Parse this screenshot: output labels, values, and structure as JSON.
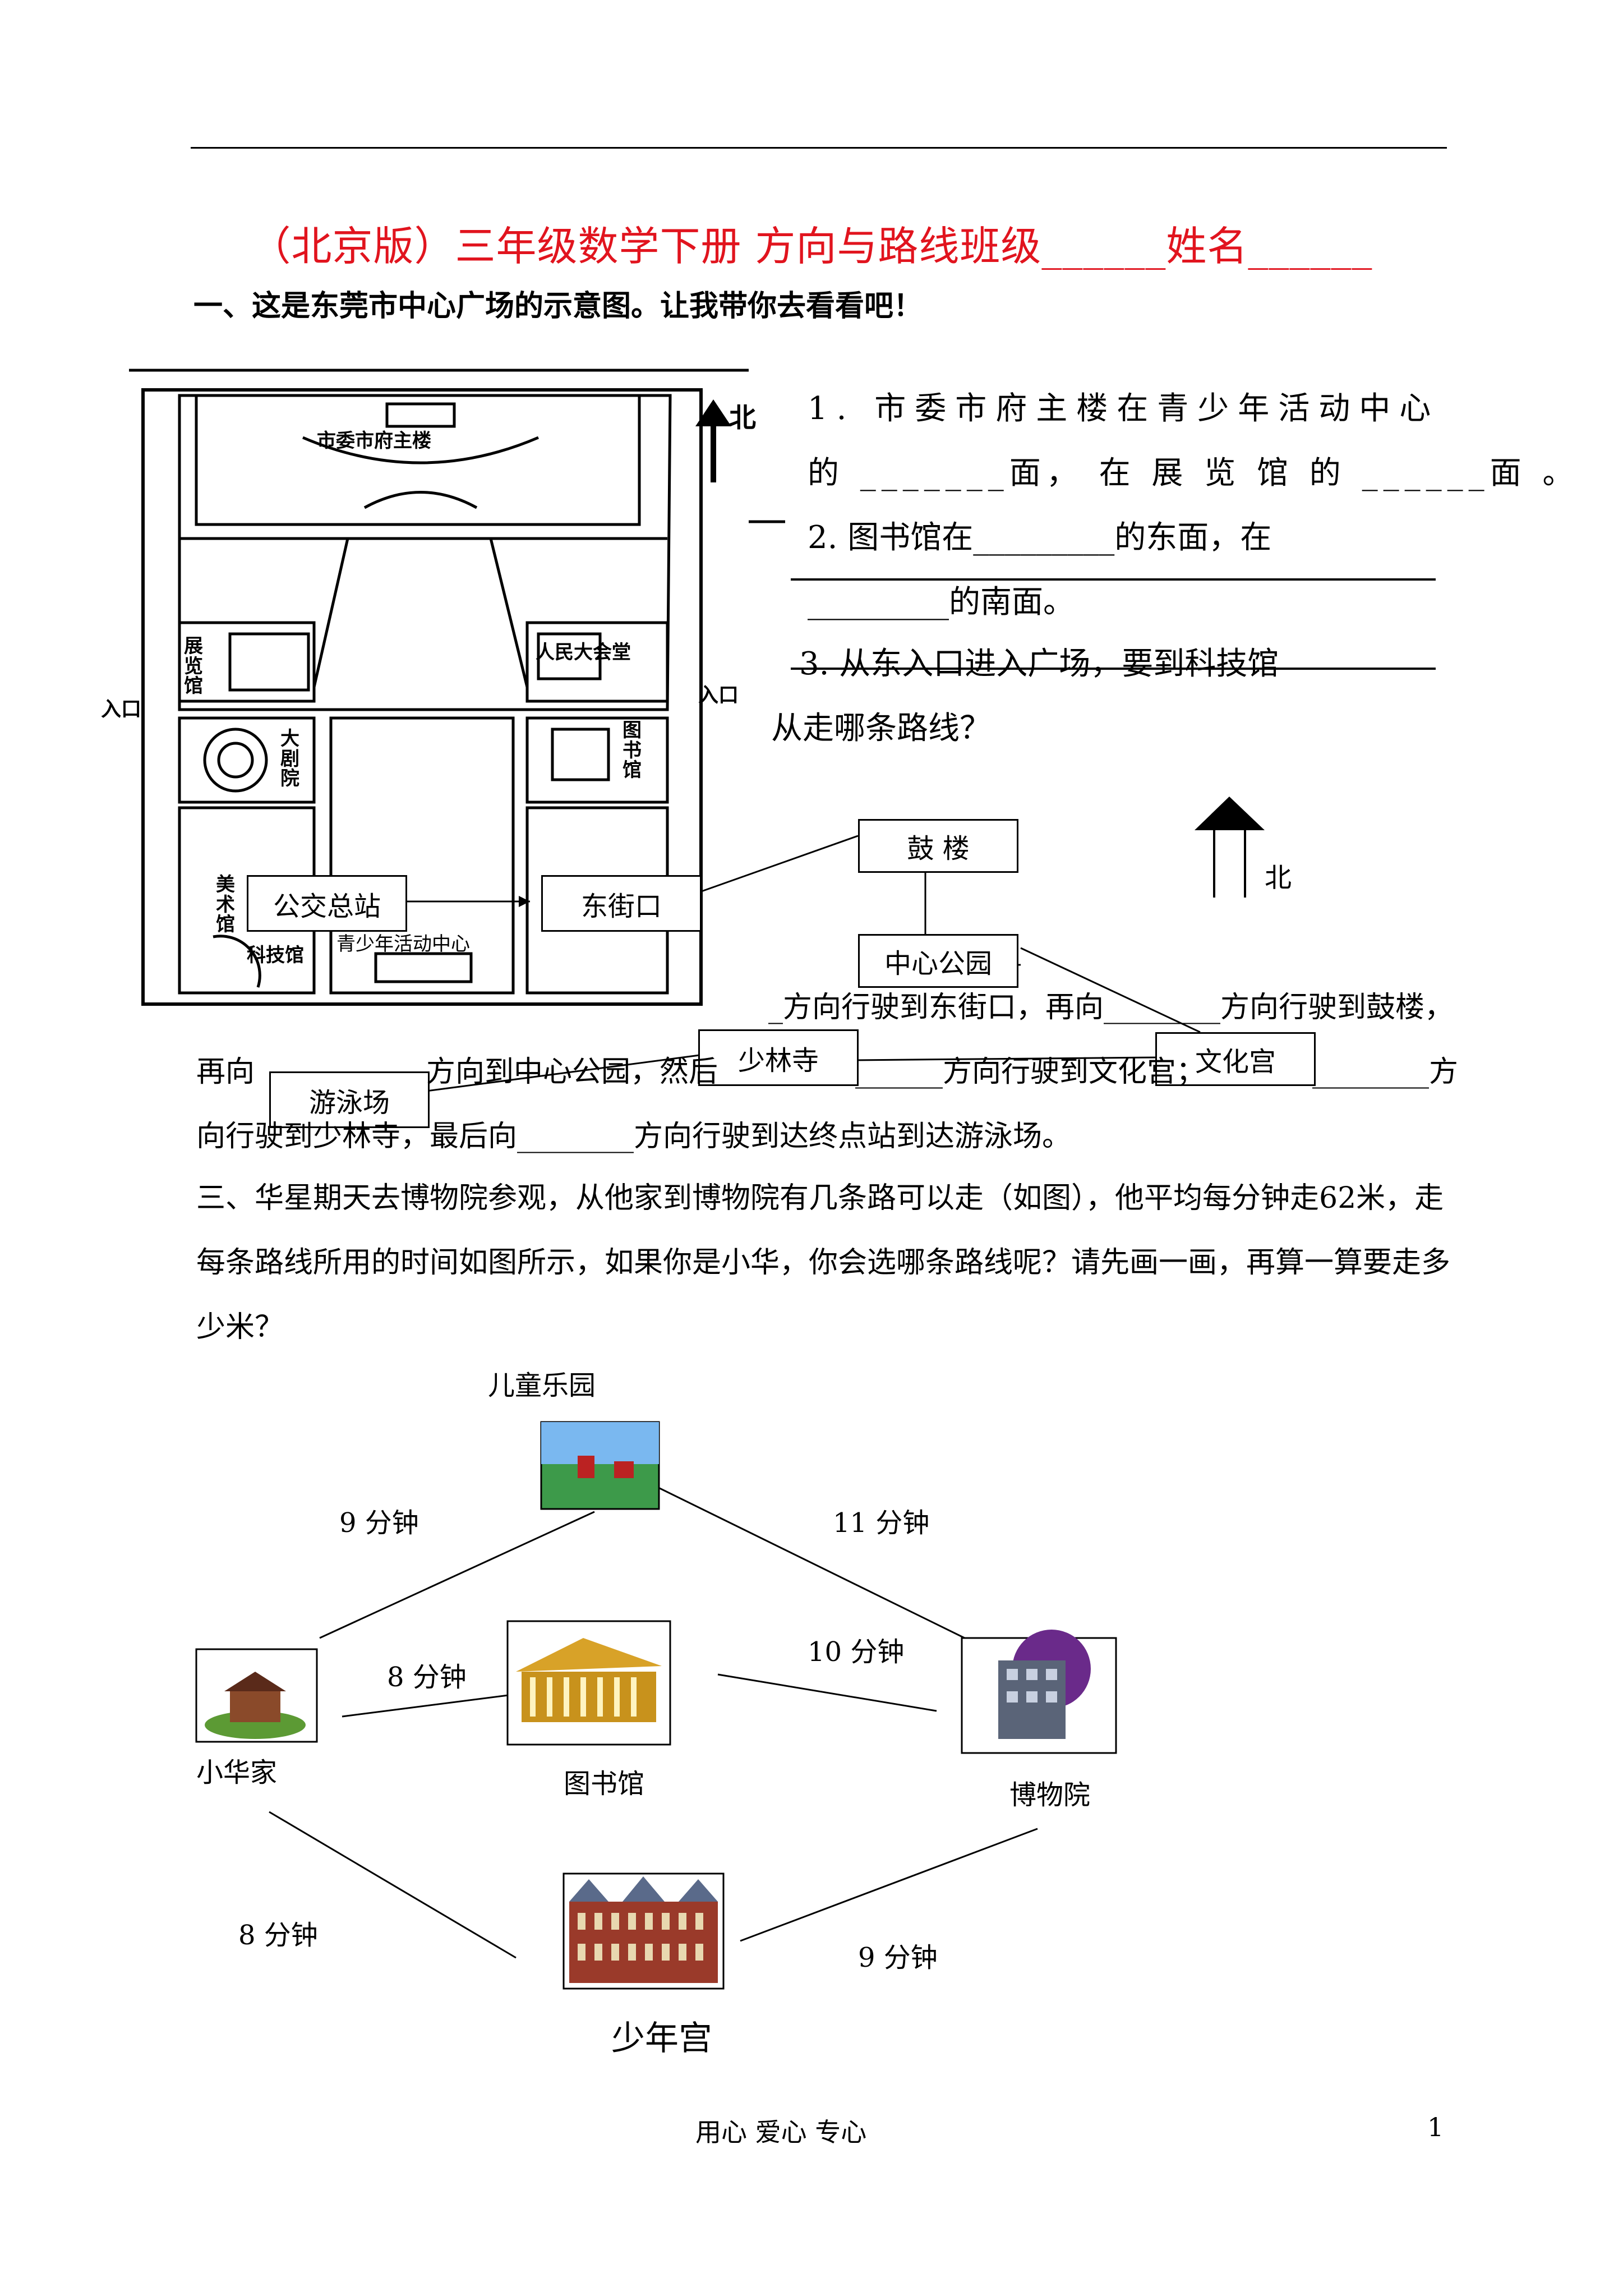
{
  "header": {
    "title": "（北京版）三年级数学下册  方向与路线班级______姓名______"
  },
  "section1": {
    "heading": "一、这是东莞市中心广场的示意图。让我带你去看看吧！",
    "map_labels": {
      "north": "北",
      "city_hall": "市委市府主楼",
      "exhibition": "展览馆",
      "hall": "人民大会堂",
      "entrance_w": "入口",
      "entrance_e": "入口",
      "theatre": "大剧院",
      "library": "图书馆",
      "museum": "美术馆",
      "sci": "科技馆",
      "youth": "青少年活动中心"
    },
    "q1_line1": "1. 市委市府主楼在青少年活动中心",
    "q1_line2": "的 _______面， 在 展 览 馆 的 ______面 。",
    "q2_line1": "2. 图书馆在_________的东面，在",
    "q2_line2": "_________的南面。",
    "q3_line1": "3. 从东入口进入广场，要到科技馆",
    "q3_line2": "从走哪条路线？"
  },
  "section2": {
    "route_boxes": {
      "gulou": "鼓 楼",
      "bus": "公交总站",
      "dongjie": "东街口",
      "park": "中心公园",
      "shaolin": "少林寺",
      "wenhua": "文化宫",
      "pool": "游泳场"
    },
    "north": "北",
    "line1_part": "_方向行驶到东街口，再向________方向行驶到鼓楼，",
    "line2_a": "再向",
    "line2_b": "方向到中心公园，然后",
    "line2_c": "______方向行驶到文化宫；",
    "line2_d": "________方",
    "line3": "向行驶到少林寺，最后向________方向行驶到达终点站到达游泳场。"
  },
  "section3": {
    "line1": "三、华星期天去博物院参观，从他家到博物院有几条路可以走（如图），他平均每分钟走62米，走",
    "line2": "每条路线所用的时间如图所示，如果你是小华，你会选哪条路线呢？请先画一画，再算一算要走多",
    "line3": "少米？",
    "places": {
      "park": "儿童乐园",
      "home": "小华家",
      "library": "图书馆",
      "museum": "博物院",
      "palace": "少年宫"
    },
    "times": {
      "home_park": "9 分钟",
      "park_museum": "11 分钟",
      "home_library": "8 分钟",
      "library_museum": "10 分钟",
      "home_palace": "8 分钟",
      "palace_museum": "9 分钟"
    }
  },
  "footer": {
    "motto": "用心   爱心   专心",
    "page": "1"
  }
}
